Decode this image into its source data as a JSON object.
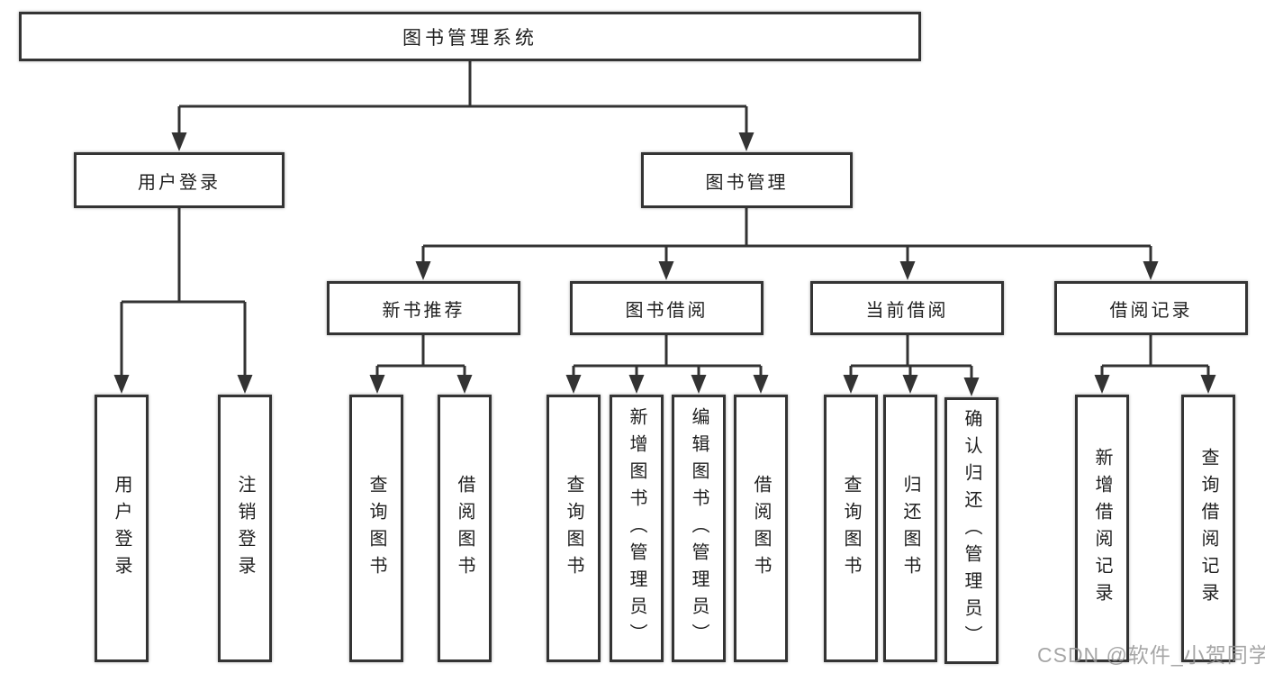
{
  "diagram": {
    "root": {
      "label": "图书管理系统"
    },
    "branches": [
      {
        "label": "用户登录",
        "leaves": [
          "用户登录",
          "注销登录"
        ]
      },
      {
        "label": "图书管理",
        "groups": [
          {
            "label": "新书推荐",
            "leaves": [
              "查询图书",
              "借阅图书"
            ]
          },
          {
            "label": "图书借阅",
            "leaves": [
              "查询图书",
              "新增图书（管理员）",
              "编辑图书（管理员）",
              "借阅图书"
            ]
          },
          {
            "label": "当前借阅",
            "leaves": [
              "查询图书",
              "归还图书",
              "确认归还（管理员）"
            ]
          },
          {
            "label": "借阅记录",
            "leaves": [
              "新增借阅记录",
              "查询借阅记录"
            ]
          }
        ]
      }
    ],
    "watermark": "CSDN @软件_小贺同学",
    "colors": {
      "line": "#333333",
      "border": "#343434",
      "text": "#1f1f1f",
      "background": "#ffffff",
      "watermark": "#a6a6a6"
    }
  }
}
